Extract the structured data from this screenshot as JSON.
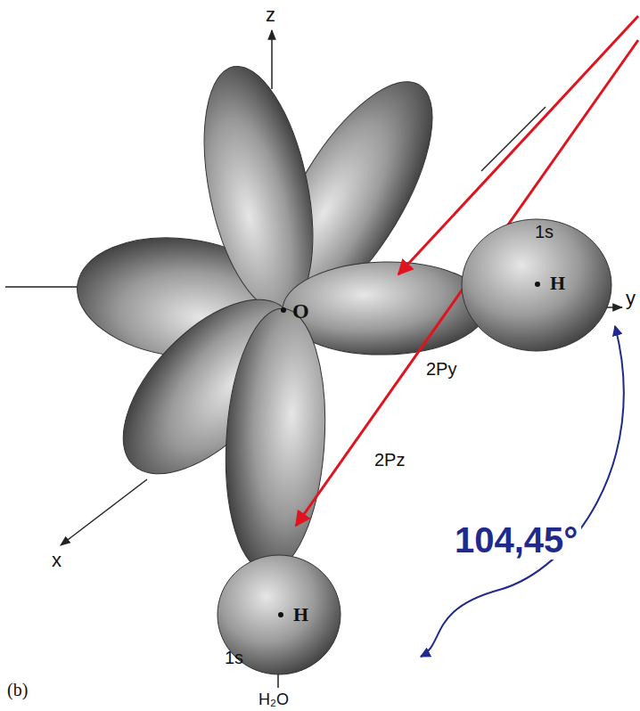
{
  "diagram": {
    "nodes": [
      {
        "text": [
          "H"
        ]
      },
      {
        "text": [
          "H"
        ]
      }
    ],
    "labels": [
      "z",
      "y",
      "x",
      "1s",
      "O",
      "2Py",
      "2Pz",
      "1s",
      "104,45°",
      "(b)",
      "H₂O"
    ]
  }
}
